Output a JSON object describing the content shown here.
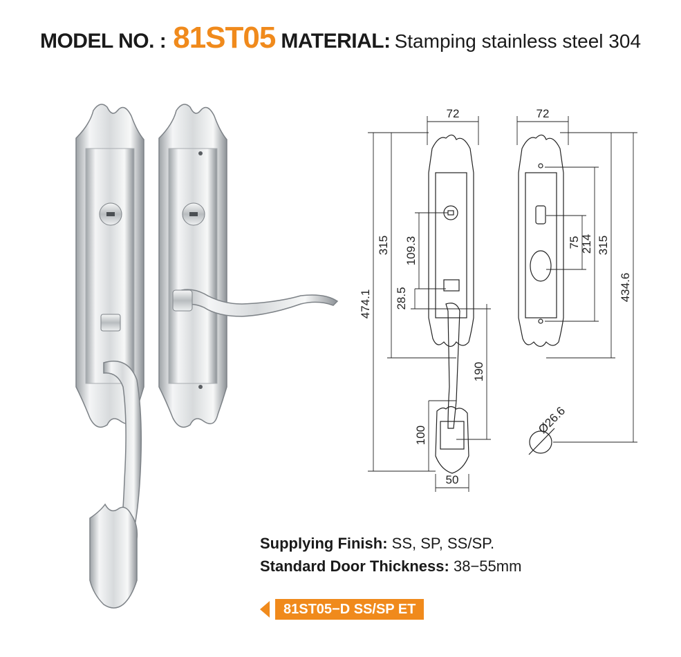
{
  "header": {
    "model_label": "MODEL NO. :",
    "model_number": "81ST05",
    "material_label": "MATERIAL:",
    "material_value": "Stamping stainless steel 304"
  },
  "dimensions": {
    "front_width": "72",
    "back_width": "72",
    "overall_height": "474.1",
    "front_plate_height": "315",
    "cylinder_offset": "109.3",
    "latch_offset": "28.5",
    "handle_length": "190",
    "bottom_plate_height": "100",
    "bottom_plate_width": "50",
    "back_slot_height": "75",
    "back_hole_spacing": "214",
    "back_plate_height": "315",
    "back_overall_height": "434.6",
    "hole_diameter": "Ø26.6"
  },
  "specs": {
    "finish_label": "Supplying Finish:",
    "finish_value": "SS, SP, SS/SP.",
    "thickness_label": "Standard Door Thickness:",
    "thickness_value": "38−55mm"
  },
  "badge": {
    "label": "81ST05−D SS/SP ET"
  },
  "colors": {
    "accent": "#f08a1c",
    "text": "#1a1a1a"
  }
}
